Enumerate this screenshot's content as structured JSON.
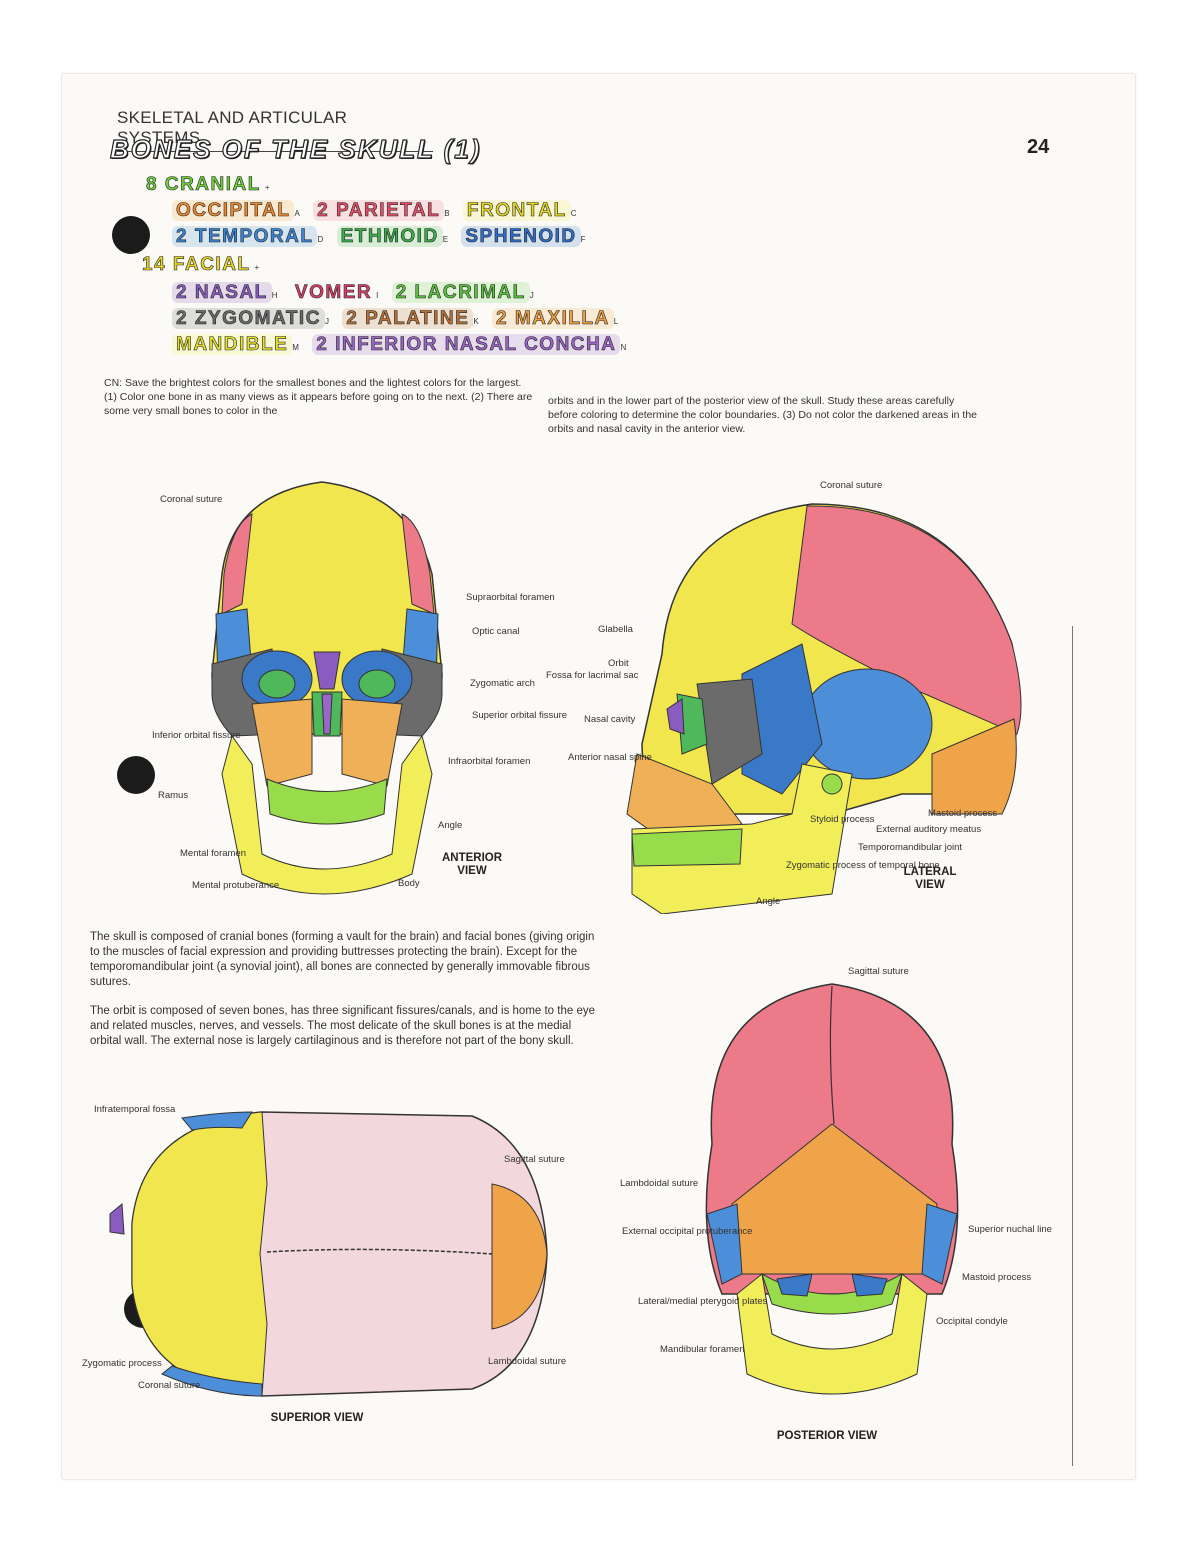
{
  "header": {
    "section": "SKELETAL AND ARTICULAR SYSTEMS",
    "title": "BONES OF THE SKULL (1)",
    "page_number": "24"
  },
  "legend": {
    "cranial": "8 CRANIAL",
    "occipital": "OCCIPITAL",
    "parietal": "2 PARIETAL",
    "frontal": "FRONTAL",
    "temporal": "2 TEMPORAL",
    "ethmoid": "ETHMOID",
    "sphenoid": "SPHENOID",
    "facial": "14 FACIAL",
    "nasal": "2 NASAL",
    "vomer": "VOMER",
    "lacrimal": "2 LACRIMAL",
    "zygomatic": "2 ZYGOMATIC",
    "palatine": "2 PALATINE",
    "maxilla": "2 MAXILLA",
    "mandible": "MANDIBLE",
    "inferior_concha": "2 INFERIOR NASAL CONCHA",
    "marks": {
      "a": "A",
      "b": "B",
      "c": "C",
      "d": "D",
      "e": "E",
      "f": "F",
      "g": "+",
      "h": "H",
      "i": "I",
      "j": "J",
      "k": "K",
      "l": "L",
      "m": "M",
      "n": "N"
    }
  },
  "instructions": {
    "left": "CN: Save the brightest colors for the smallest bones and the lightest colors for the largest. (1) Color one bone in as many views as it appears before going on to the next. (2) There are some very small bones to color in the",
    "right": "orbits and in the lower part of the posterior view of the skull. Study these areas carefully before coloring to determine the color boundaries. (3) Do not color the darkened areas in the orbits and nasal cavity in the anterior view."
  },
  "anterior": {
    "view": "ANTERIOR VIEW",
    "coronal": "Coronal suture",
    "supraorbital": "Supraorbital foramen",
    "optic": "Optic canal",
    "zygomatic_arch": "Zygomatic arch",
    "superior_orbital": "Superior orbital fissure",
    "inferior_orbital": "Inferior orbital fissure",
    "infraorbital": "Infraorbital foramen",
    "ramus": "Ramus",
    "angle": "Angle",
    "mental_foramen": "Mental foramen",
    "mental_protuberance": "Mental protuberance",
    "body": "Body"
  },
  "lateral": {
    "view": "LATERAL VIEW",
    "coronal": "Coronal suture",
    "glabella": "Glabella",
    "orbit": "Orbit",
    "fossa": "Fossa for lacrimal sac",
    "nasal_cavity": "Nasal cavity",
    "anterior_spine": "Anterior nasal spine",
    "styloid": "Styloid process",
    "mastoid": "Mastoid process",
    "auditory": "External auditory meatus",
    "tmj": "Temporomandibular joint",
    "zyg_process": "Zygomatic process of temporal bone",
    "angle": "Angle"
  },
  "body_text": {
    "p1": "The skull is composed of cranial bones (forming a vault for the brain) and facial bones (giving origin to the muscles of facial expression and providing buttresses protecting the brain). Except for the temporomandibular joint (a synovial joint), all bones are connected by generally immovable fibrous sutures.",
    "p2": "The orbit is composed of seven bones, has three significant fissures/canals, and is home to the eye and related muscles, nerves, and vessels. The most delicate of the skull bones is at the medial orbital wall. The external nose is largely cartilaginous and is therefore not part of the bony skull."
  },
  "superior": {
    "view": "SUPERIOR VIEW",
    "infratemporal": "Infratemporal fossa",
    "sagittal": "Sagittal suture",
    "lambdoidal": "Lambdoidal suture",
    "zyg_process": "Zygomatic process",
    "coronal": "Coronal suture"
  },
  "posterior": {
    "view": "POSTERIOR VIEW",
    "sagittal": "Sagittal suture",
    "lambdoidal": "Lambdoidal suture",
    "ext_occipital": "External occipital protuberance",
    "sup_nuchal": "Superior nuchal line",
    "mastoid": "Mastoid process",
    "pterygoid": "Lateral/medial pterygoid plates",
    "occ_condyle": "Occipital condyle",
    "mandibular": "Mandibular foramen"
  },
  "colors": {
    "occipital": "#f0a44a",
    "parietal": "#ec7a88",
    "frontal": "#f2e64e",
    "temporal": "#4c8fd8",
    "ethmoid": "#4eb85a",
    "sphenoid": "#3a78c8",
    "nasal": "#8a5cc0",
    "lacrimal": "#7ad05a",
    "zygomatic": "#6b6b6b",
    "palatine": "#b87a3e",
    "maxilla": "#f0b058",
    "mandible": "#f2ee5a",
    "concha": "#9a66c8",
    "teeth": "#98dc4c"
  }
}
